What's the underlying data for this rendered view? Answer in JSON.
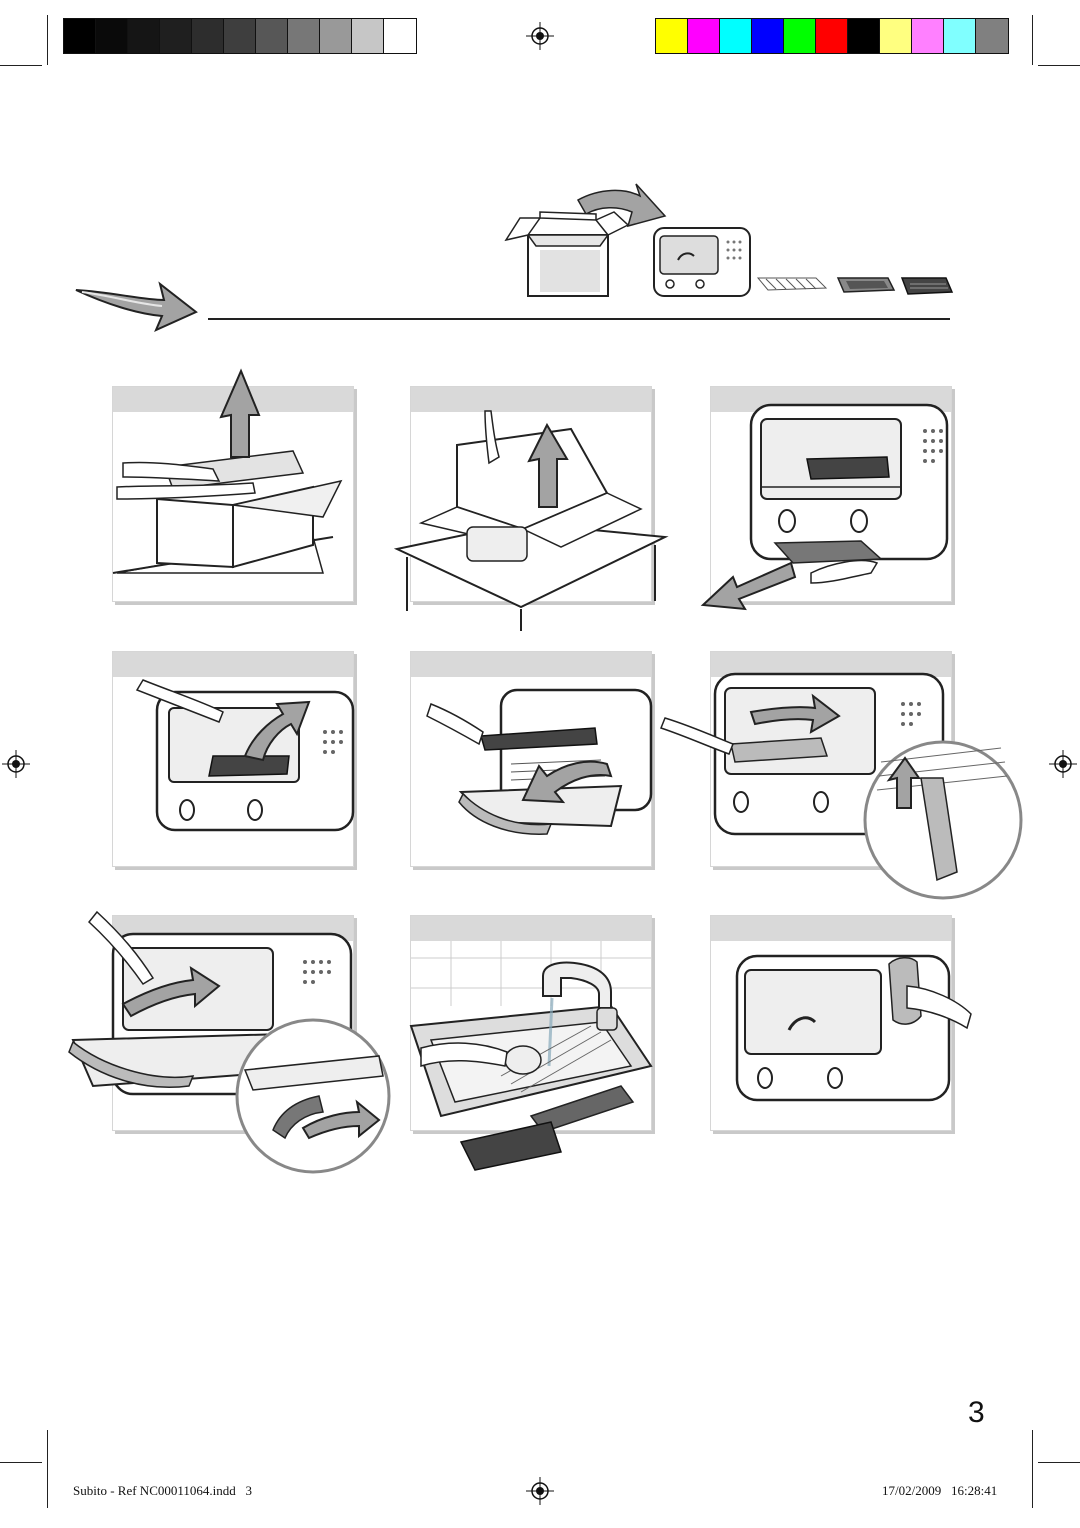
{
  "page": {
    "number": "3"
  },
  "slug": {
    "left": "Subito - Ref NC00011064.indd   3",
    "right": "17/02/2009   16:28:41"
  },
  "colors": {
    "gray_swatches": [
      "#000000",
      "#0a0a0a",
      "#151515",
      "#1f1f1f",
      "#2d2d2d",
      "#3e3e3e",
      "#575757",
      "#777777",
      "#999999",
      "#c6c6c6",
      "#ffffff"
    ],
    "color_swatches": [
      "#ffff00",
      "#ff00ff",
      "#00ffff",
      "#0000ff",
      "#00ff00",
      "#ff0000",
      "#000000",
      "#ffff80",
      "#ff80ff",
      "#80ffff",
      "#808080"
    ],
    "arrow": "#9a9a9a",
    "panel_band": "#d9d9d9"
  },
  "icons": {
    "top_left_arrow": "right-arrow-icon",
    "box_to_oven_arrow": "curved-right-arrow-icon",
    "registration_marks": "registration-mark-icon"
  },
  "steps": [
    {
      "id": 1,
      "illustration": "lift-packing-from-box"
    },
    {
      "id": 2,
      "illustration": "lift-oven-out-of-box"
    },
    {
      "id": 3,
      "illustration": "remove-crumb-tray"
    },
    {
      "id": 4,
      "illustration": "remove-baking-tray"
    },
    {
      "id": 5,
      "illustration": "remove-tray-from-door"
    },
    {
      "id": 6,
      "illustration": "remove-wire-rack"
    },
    {
      "id": 7,
      "illustration": "reinsert-rack-door"
    },
    {
      "id": 8,
      "illustration": "wash-accessories-in-sink"
    },
    {
      "id": 9,
      "illustration": "wipe-oven-exterior"
    }
  ]
}
